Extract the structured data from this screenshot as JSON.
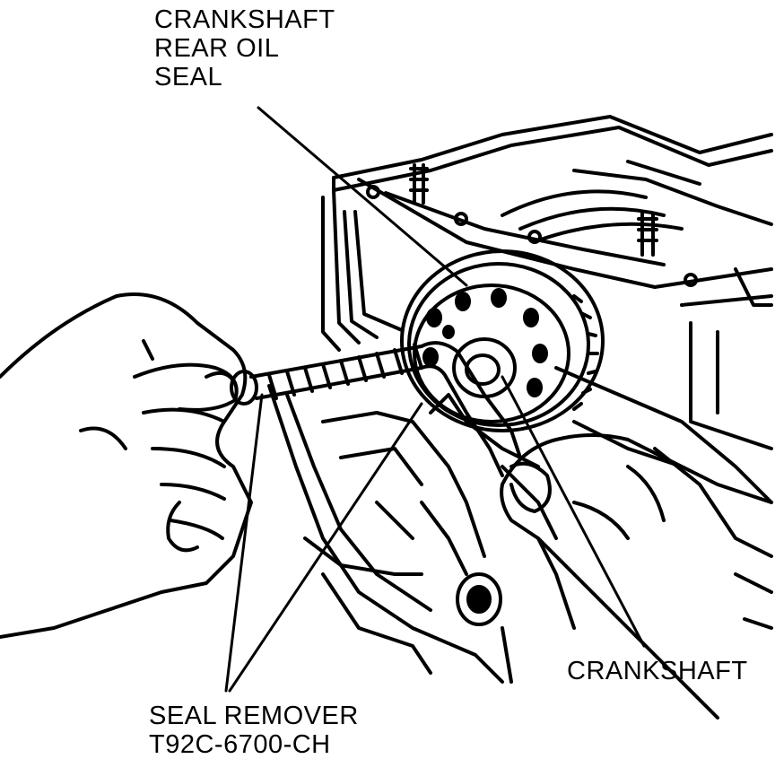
{
  "labels": {
    "rear_oil_seal": [
      "CRANKSHAFT",
      "REAR OIL",
      "SEAL"
    ],
    "crankshaft": "CRANKSHAFT",
    "seal_remover": [
      "SEAL REMOVER",
      "T92C-6700-CH"
    ]
  },
  "colors": {
    "ink": "#000000",
    "paper": "#ffffff"
  }
}
